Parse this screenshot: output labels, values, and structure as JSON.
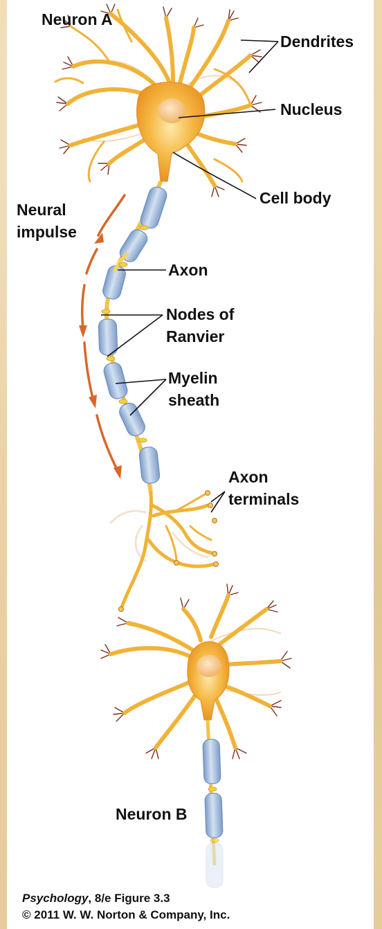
{
  "labels": {
    "neuron_a": "Neuron A",
    "dendrites": "Dendrites",
    "nucleus": "Nucleus",
    "cell_body": "Cell body",
    "neural": "Neural",
    "impulse": "impulse",
    "axon": "Axon",
    "nodes_1": "Nodes of",
    "nodes_2": "Ranvier",
    "myelin_1": "Myelin",
    "myelin_2": "sheath",
    "terminals_1": "Axon",
    "terminals_2": "terminals",
    "neuron_b": "Neuron B"
  },
  "credit": {
    "book": "Psychology",
    "edition": ", 8/e  Figure 3.3",
    "copyright": "© 2011 W. W. Norton & Company, Inc."
  },
  "colors": {
    "background": "#e9d2a5",
    "panel": "#ffffff",
    "cell_body": "#f2a92c",
    "dendrite": "#f0b338",
    "dendrite_tips": "#7a2e1a",
    "myelin": "#a9c3e2",
    "node": "#f2d245",
    "impulse_arrow": "#d9672a",
    "leader_line": "#111111"
  }
}
